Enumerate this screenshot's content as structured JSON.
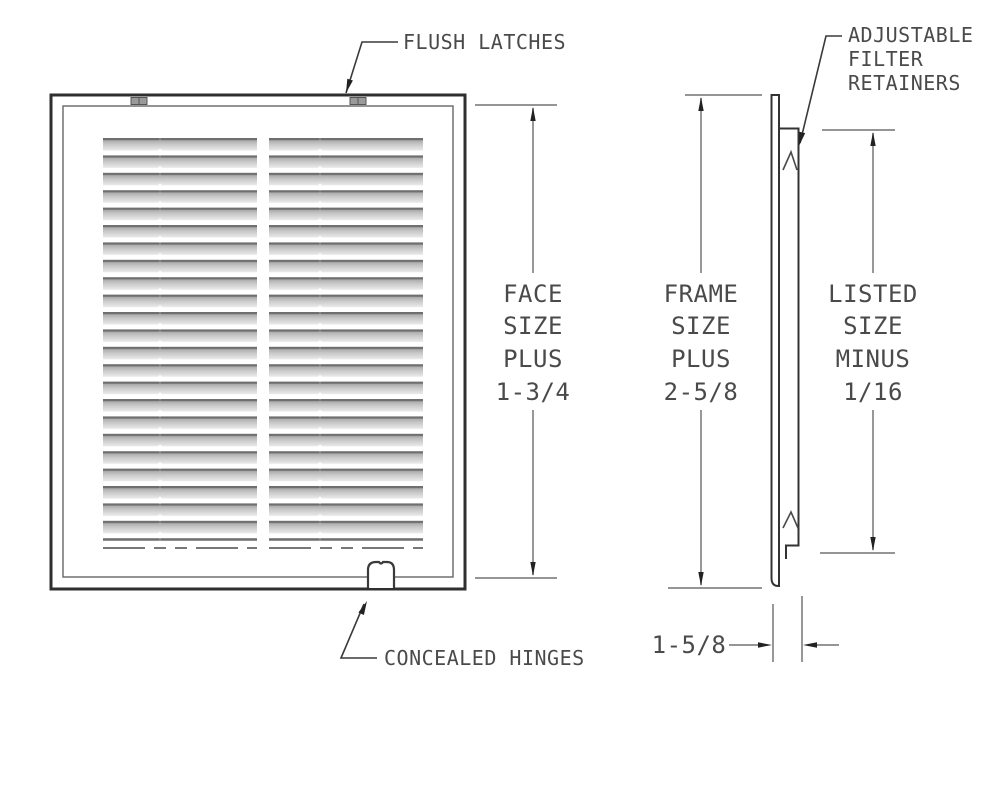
{
  "drawing": {
    "labels": {
      "flush_latches": "FLUSH LATCHES",
      "concealed_hinges": "CONCEALED HINGES",
      "filter_retainers_line1": "ADJUSTABLE",
      "filter_retainers_line2": "FILTER",
      "filter_retainers_line3": "RETAINERS"
    },
    "dimensions": {
      "face_size": [
        "FACE",
        "SIZE",
        "PLUS",
        "1-3/4"
      ],
      "frame_size": [
        "FRAME",
        "SIZE",
        "PLUS",
        "2-5/8"
      ],
      "listed_size": [
        "LISTED",
        "SIZE",
        "MINUS",
        "1/16"
      ],
      "frame_depth": "1-5/8"
    },
    "louvers": {
      "columns": 2,
      "rows_per_column": 23
    },
    "colors": {
      "text": "#4a4a4a",
      "line_dark": "#333333",
      "line_dim": "#868686",
      "arrow": "#222222",
      "louver_edge": "#6f6f6f"
    }
  }
}
